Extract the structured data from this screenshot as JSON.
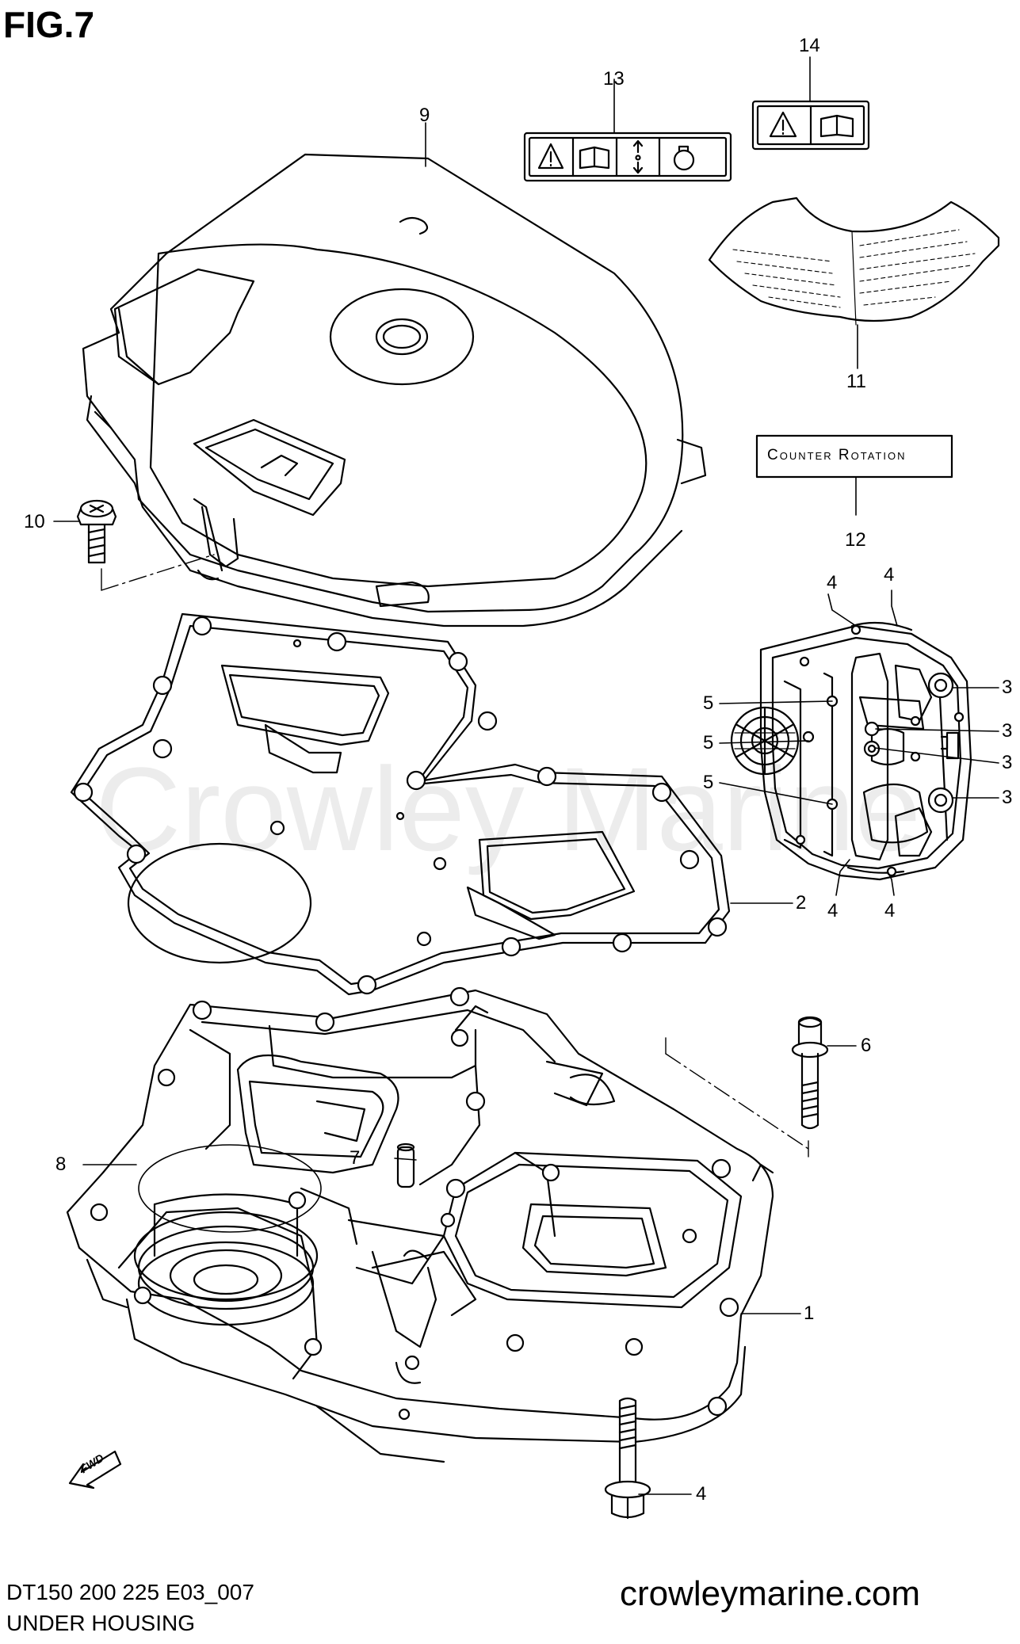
{
  "figure": {
    "title": "FIG.7",
    "model": "DT150 200 225 E03_007",
    "section": "UNDER HOUSING",
    "watermark": "Crowley Marine",
    "site": "crowleymarine.com",
    "decal_text": "Counter Rotation",
    "fwd_label": "FWD"
  },
  "callouts": [
    "9",
    "13",
    "14",
    "11",
    "10",
    "12",
    "4",
    "4",
    "5",
    "5",
    "5",
    "3",
    "3",
    "3",
    "3",
    "4",
    "4",
    "2",
    "6",
    "7",
    "8",
    "1",
    "4"
  ],
  "icons": {
    "label13": [
      "warning-triangle-icon",
      "manual-book-icon",
      "tilt-arrows-icon",
      "engine-icon"
    ],
    "label14": [
      "warning-triangle-icon",
      "manual-book-icon"
    ]
  }
}
